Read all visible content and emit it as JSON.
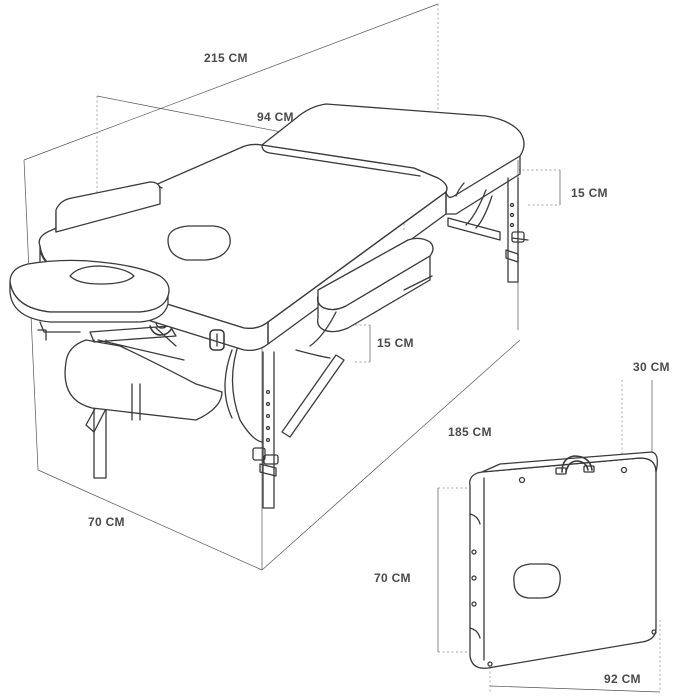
{
  "dimensions": {
    "total_length": "215 CM",
    "width": "94 CM",
    "face_hole_height": "15 CM",
    "arm_rest_height": "15 CM",
    "table_length": "185 CM",
    "table_height": "70 CM",
    "folded_thickness": "30 CM",
    "folded_height": "70 CM",
    "folded_length": "92 CM"
  },
  "colors": {
    "line": "#3a3a3a",
    "text": "#4a4a4a",
    "guide": "#888888"
  }
}
